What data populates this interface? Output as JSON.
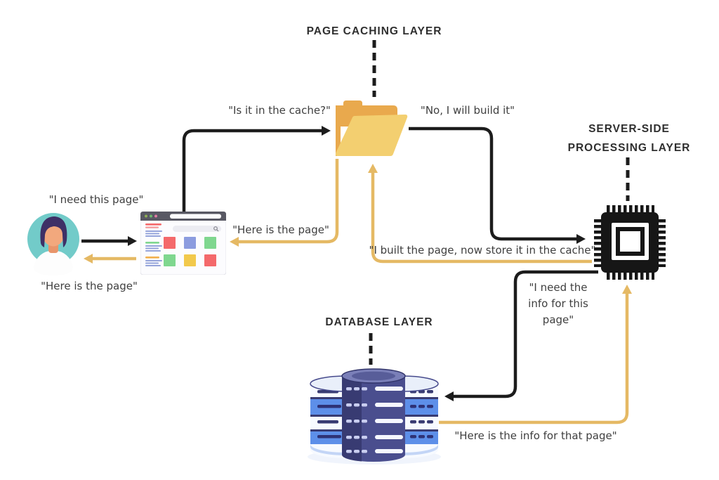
{
  "colors": {
    "ink": "#2f2f2f",
    "quote_text": "#3f3f3f",
    "arrow_black": "#1c1c1c",
    "arrow_yellow": "#e5b964",
    "folder_light": "#f3cf70",
    "folder_dark": "#e9a94d",
    "avatar_teal": "#72cbc9",
    "avatar_hair": "#3e3066",
    "avatar_skin": "#f2a87d",
    "chip_black": "#161616",
    "browser_header": "#585863",
    "browser_body": "#fcfcfe",
    "sq_red": "#f4696b",
    "sq_indigo": "#8c9cdf",
    "sq_green": "#7fd78f",
    "sq_yellow": "#f2c94c",
    "line_blue": "#8f9fd9",
    "line_orange": "#f2b04d",
    "db_navy": "#4a4e8e",
    "db_navy_dark": "#383b72",
    "db_navy_deep": "#2e3276",
    "db_blue": "#5d8fe9",
    "db_band_light": "#f7faff",
    "db_band_pale": "#c3d5f6",
    "db_top_light": "#e9effa"
  },
  "layers": {
    "caching_title": "PAGE CACHING LAYER",
    "server_title_line1": "SERVER-SIDE",
    "server_title_line2": "PROCESSING LAYER",
    "database_title": "DATABASE LAYER"
  },
  "messages": {
    "need_page": "\"I need this page\"",
    "here_page_user": "\"Here is the page\"",
    "cache_question": "\"Is it in the cache?\"",
    "no_build": "\"No, I will build it\"",
    "here_page_cache": "\"Here is the page\"",
    "built_store": "\"I built the page, now store it in the cache\"",
    "need_info_line1": "\"I need the",
    "need_info_line2": "info for this",
    "need_info_line3": "page\"",
    "here_info": "\"Here is the info for that page\""
  }
}
